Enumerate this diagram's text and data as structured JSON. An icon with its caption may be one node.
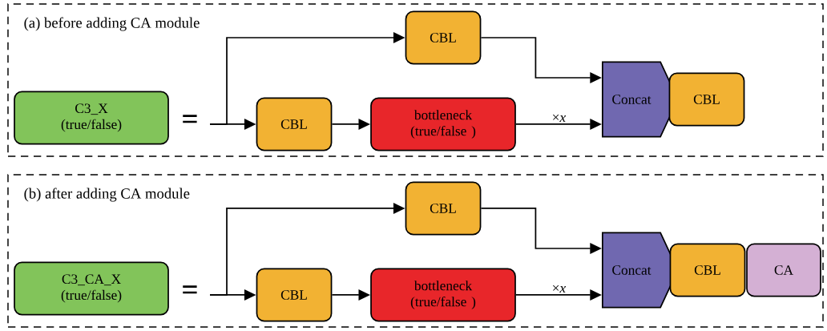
{
  "diagram": {
    "nodes": [
      {
        "text": [
          "(a) before adding CA module"
        ]
      },
      {
        "text": [
          "C3_X (true/false)"
        ],
        "in": 0
      },
      {
        "text": [
          "CBL"
        ],
        "in": 0
      },
      {
        "text": [
          "CBL"
        ],
        "in": 0
      },
      {
        "text": [
          "bottleneck (true/false )"
        ],
        "in": 0
      },
      {
        "text": [
          "Concat"
        ],
        "in": 0
      },
      {
        "text": [
          "CBL"
        ],
        "in": 0
      },
      {
        "text": [
          "(b) after adding CA module"
        ]
      },
      {
        "text": [
          "C3_CA_X (true/false)"
        ],
        "in": 7
      },
      {
        "text": [
          "CBL"
        ],
        "in": 7
      },
      {
        "text": [
          "CBL"
        ],
        "in": 7
      },
      {
        "text": [
          "bottleneck (true/false )"
        ],
        "in": 7
      },
      {
        "text": [
          "Concat"
        ],
        "in": 7
      },
      {
        "text": [
          "CBL"
        ],
        "in": 7
      },
      {
        "text": [
          "CA"
        ],
        "in": 7
      }
    ],
    "edges": [
      {
        "from": null,
        "to": 2,
        "arrow": "to"
      },
      {
        "from": null,
        "to": 3,
        "arrow": "to"
      },
      {
        "from": 3,
        "to": 4,
        "arrow": "to"
      },
      {
        "from": 4,
        "to": 5,
        "arrow": "to",
        "label": "×*x*"
      },
      {
        "from": 2,
        "to": 5,
        "arrow": "to"
      },
      {
        "from": null,
        "to": 9,
        "arrow": "to"
      },
      {
        "from": null,
        "to": 10,
        "arrow": "to"
      },
      {
        "from": 10,
        "to": 11,
        "arrow": "to"
      },
      {
        "from": 11,
        "to": 12,
        "arrow": "to",
        "label": "×*x*"
      },
      {
        "from": 9,
        "to": 12,
        "arrow": "to"
      }
    ],
    "labels": [
      "=",
      "="
    ]
  }
}
